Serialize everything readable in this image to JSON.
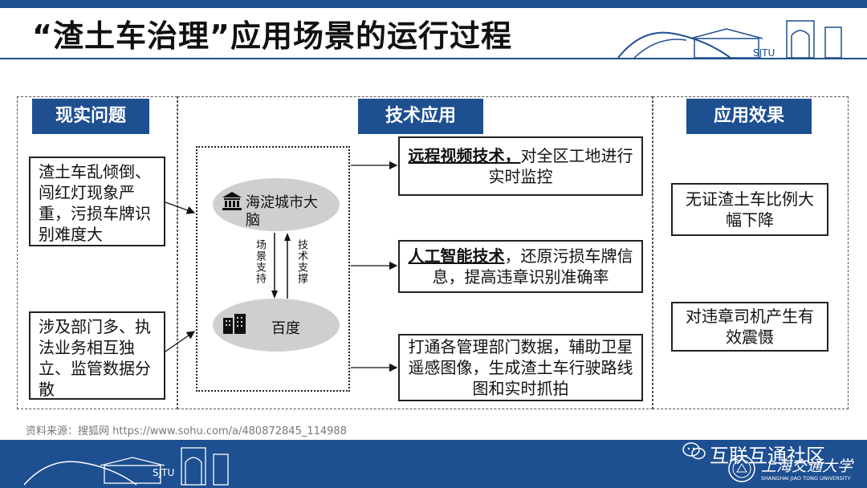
{
  "slide": {
    "title": "“渣土车治理”应用场景的运行过程",
    "source": "资料来源：搜狐网 https://www.sohu.com/a/480872845_114988"
  },
  "logo": {
    "sjtu_text": "SJTU",
    "university_text": "SHANGHAI JIAO TONG UNIVERSITY",
    "university_cn": "上海交通大学"
  },
  "watermark": {
    "label": "互联互通社区"
  },
  "columns": {
    "left": {
      "header": "现实问题",
      "items": [
        "渣土车乱倾倒、闯红灯现象严重，污损车牌识别难度大",
        "涉及部门多、执法业务相互独立、监管数据分散"
      ]
    },
    "middle": {
      "header": "技术应用",
      "top_node": "海淀城市大脑",
      "bottom_node": "百度",
      "down_label": "场景支持",
      "up_label": "技术支撑",
      "items": [
        {
          "bold": "远程视频技术，",
          "rest": "对全区工地进行实时监控"
        },
        {
          "bold": "人工智能技术",
          "rest": "，还原污损车牌信息，提高违章识别准确率"
        },
        {
          "bold": "",
          "rest": "打通各管理部门数据，辅助卫星遥感图像，生成渣土车行驶路线图和实时抓拍"
        }
      ]
    },
    "right": {
      "header": "应用效果",
      "items": [
        "无证渣土车比例大幅下降",
        "对违章司机产生有效震慑"
      ]
    }
  }
}
